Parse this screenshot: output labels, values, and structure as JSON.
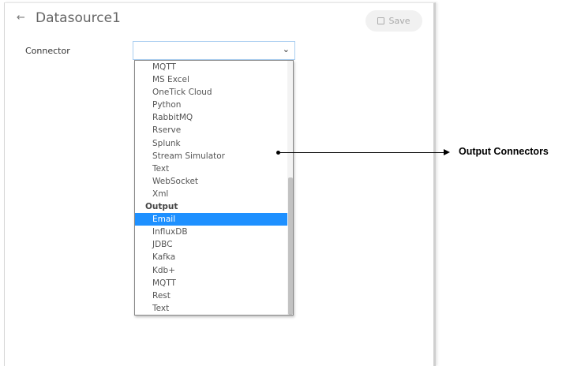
{
  "header": {
    "title": "Datasource1",
    "save_label": "Save"
  },
  "form": {
    "connector_label": "Connector",
    "connector_value": ""
  },
  "dropdown": {
    "items": [
      {
        "label": "MQTT"
      },
      {
        "label": "MS Excel"
      },
      {
        "label": "OneTick Cloud"
      },
      {
        "label": "Python"
      },
      {
        "label": "RabbitMQ"
      },
      {
        "label": "Rserve"
      },
      {
        "label": "Splunk"
      },
      {
        "label": "Stream Simulator"
      },
      {
        "label": "Text"
      },
      {
        "label": "WebSocket"
      },
      {
        "label": "Xml"
      },
      {
        "label": "Output",
        "group": true
      },
      {
        "label": "Email",
        "selected": true
      },
      {
        "label": "InfluxDB"
      },
      {
        "label": "JDBC"
      },
      {
        "label": "Kafka"
      },
      {
        "label": "Kdb+"
      },
      {
        "label": "MQTT"
      },
      {
        "label": "Rest"
      },
      {
        "label": "Text"
      }
    ]
  },
  "annotation": {
    "text": "Output Connectors"
  },
  "colors": {
    "selected": "#1e90ff"
  }
}
